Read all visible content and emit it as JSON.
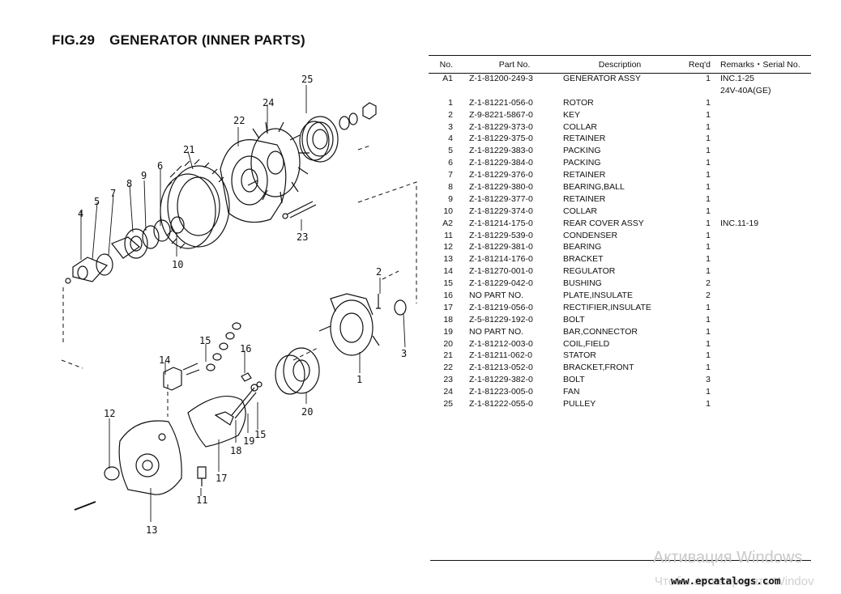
{
  "figure": {
    "number": "FIG.29",
    "title": "GENERATOR (INNER PARTS)"
  },
  "table": {
    "headers": {
      "no": "No.",
      "part_no": "Part No.",
      "description": "Description",
      "reqd": "Req'd",
      "remarks": "Remarks・Serial No."
    },
    "rows": [
      {
        "no": "A1",
        "part_no": "Z-1-81200-249-3",
        "description": "GENERATOR ASSY",
        "reqd": "1",
        "remarks": "INC.1-25"
      },
      {
        "no": "",
        "part_no": "",
        "description": "",
        "reqd": "",
        "remarks": "24V-40A(GE)"
      },
      {
        "no": "1",
        "part_no": "Z-1-81221-056-0",
        "description": "ROTOR",
        "reqd": "1",
        "remarks": ""
      },
      {
        "no": "2",
        "part_no": "Z-9-8221-5867-0",
        "description": "KEY",
        "reqd": "1",
        "remarks": ""
      },
      {
        "no": "3",
        "part_no": "Z-1-81229-373-0",
        "description": "COLLAR",
        "reqd": "1",
        "remarks": ""
      },
      {
        "no": "4",
        "part_no": "Z-1-81229-375-0",
        "description": "RETAINER",
        "reqd": "1",
        "remarks": ""
      },
      {
        "no": "5",
        "part_no": "Z-1-81229-383-0",
        "description": "PACKING",
        "reqd": "1",
        "remarks": ""
      },
      {
        "no": "6",
        "part_no": "Z-1-81229-384-0",
        "description": "PACKING",
        "reqd": "1",
        "remarks": ""
      },
      {
        "no": "7",
        "part_no": "Z-1-81229-376-0",
        "description": "RETAINER",
        "reqd": "1",
        "remarks": ""
      },
      {
        "no": "8",
        "part_no": "Z-1-81229-380-0",
        "description": "BEARING,BALL",
        "reqd": "1",
        "remarks": ""
      },
      {
        "no": "9",
        "part_no": "Z-1-81229-377-0",
        "description": "RETAINER",
        "reqd": "1",
        "remarks": ""
      },
      {
        "no": "10",
        "part_no": "Z-1-81229-374-0",
        "description": "COLLAR",
        "reqd": "1",
        "remarks": ""
      },
      {
        "no": "A2",
        "part_no": "Z-1-81214-175-0",
        "description": "REAR COVER ASSY",
        "reqd": "1",
        "remarks": "INC.11-19"
      },
      {
        "no": "11",
        "part_no": "Z-1-81229-539-0",
        "description": "CONDENSER",
        "reqd": "1",
        "remarks": ""
      },
      {
        "no": "12",
        "part_no": "Z-1-81229-381-0",
        "description": "BEARING",
        "reqd": "1",
        "remarks": ""
      },
      {
        "no": "13",
        "part_no": "Z-1-81214-176-0",
        "description": "BRACKET",
        "reqd": "1",
        "remarks": ""
      },
      {
        "no": "14",
        "part_no": "Z-1-81270-001-0",
        "description": "REGULATOR",
        "reqd": "1",
        "remarks": ""
      },
      {
        "no": "15",
        "part_no": "Z-1-81229-042-0",
        "description": "BUSHING",
        "reqd": "2",
        "remarks": ""
      },
      {
        "no": "16",
        "part_no": "NO PART NO.",
        "description": "PLATE,INSULATE",
        "reqd": "2",
        "remarks": ""
      },
      {
        "no": "17",
        "part_no": "Z-1-81219-056-0",
        "description": "RECTIFIER,INSULATE",
        "reqd": "1",
        "remarks": ""
      },
      {
        "no": "18",
        "part_no": "Z-5-81229-192-0",
        "description": "BOLT",
        "reqd": "1",
        "remarks": ""
      },
      {
        "no": "19",
        "part_no": "NO PART NO.",
        "description": "BAR,CONNECTOR",
        "reqd": "1",
        "remarks": ""
      },
      {
        "no": "20",
        "part_no": "Z-1-81212-003-0",
        "description": "COIL,FIELD",
        "reqd": "1",
        "remarks": ""
      },
      {
        "no": "21",
        "part_no": "Z-1-81211-062-0",
        "description": "STATOR",
        "reqd": "1",
        "remarks": ""
      },
      {
        "no": "22",
        "part_no": "Z-1-81213-052-0",
        "description": "BRACKET,FRONT",
        "reqd": "1",
        "remarks": ""
      },
      {
        "no": "23",
        "part_no": "Z-1-81229-382-0",
        "description": "BOLT",
        "reqd": "3",
        "remarks": ""
      },
      {
        "no": "24",
        "part_no": "Z-1-81223-005-0",
        "description": "FAN",
        "reqd": "1",
        "remarks": ""
      },
      {
        "no": "25",
        "part_no": "Z-1-81222-055-0",
        "description": "PULLEY",
        "reqd": "1",
        "remarks": ""
      }
    ]
  },
  "callouts": [
    "25",
    "24",
    "22",
    "21",
    "6",
    "9",
    "8",
    "7",
    "5",
    "4",
    "10",
    "23",
    "2",
    "3",
    "1",
    "14",
    "15",
    "16",
    "20",
    "12",
    "18",
    "19",
    "15",
    "17",
    "11",
    "13"
  ],
  "overlay": {
    "watermark_line1": "Активация Windows",
    "watermark_line2": "Чтобы активировать Windov",
    "website": "www.epcatalogs.com"
  }
}
